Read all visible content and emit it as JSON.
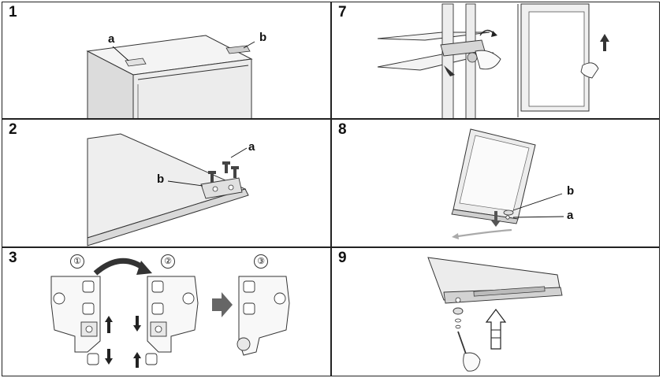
{
  "panels": [
    {
      "id": "p1",
      "step": "1",
      "callouts": [
        "a",
        "b"
      ]
    },
    {
      "id": "p7",
      "step": "7",
      "callouts": []
    },
    {
      "id": "p2",
      "step": "2",
      "callouts": [
        "a",
        "b"
      ]
    },
    {
      "id": "p8",
      "step": "8",
      "callouts": [
        "b",
        "a"
      ]
    },
    {
      "id": "p3",
      "step": "3",
      "substeps": [
        "①",
        "②",
        "③"
      ]
    },
    {
      "id": "p9",
      "step": "9",
      "callouts": []
    }
  ],
  "colors": {
    "line": "#222222",
    "fill_light": "#f2f2f2",
    "fill_mid": "#d8d8d8",
    "arrow": "#333333",
    "arrow_soft": "#9a9a9a"
  }
}
